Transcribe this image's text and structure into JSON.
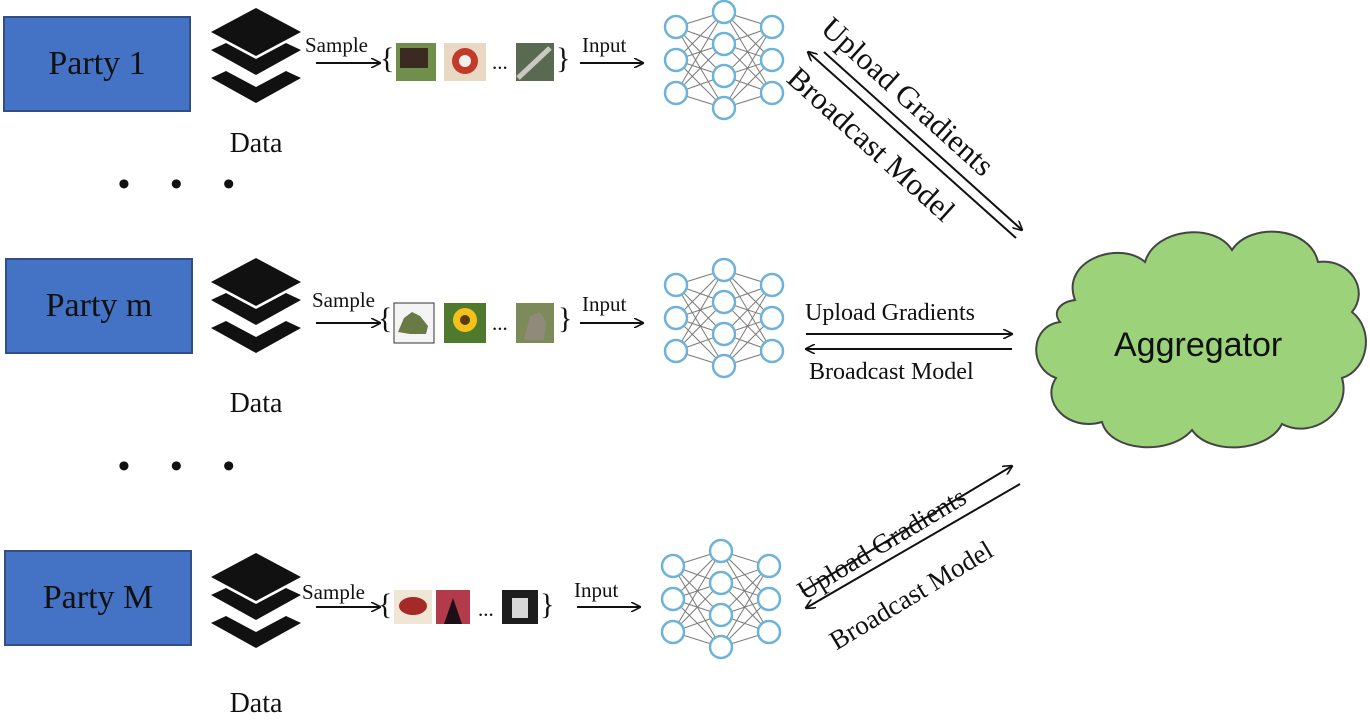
{
  "parties": [
    {
      "label": "Party 1",
      "data_label": "Data",
      "sample_label": "Sample",
      "input_label": "Input",
      "ellipsis": "..."
    },
    {
      "label": "Party m",
      "data_label": "Data",
      "sample_label": "Sample",
      "input_label": "Input",
      "ellipsis": "..."
    },
    {
      "label": "Party M",
      "data_label": "Data",
      "sample_label": "Sample",
      "input_label": "Input",
      "ellipsis": "..."
    }
  ],
  "dots": [
    "• • •",
    "• • •"
  ],
  "links": {
    "upload": "Upload Gradients",
    "broadcast": "Broadcast Model"
  },
  "aggregator": {
    "label": "Aggregator",
    "fill": "#9bd27a"
  },
  "colors": {
    "party_box": "#4472c4",
    "node_stroke": "#6db3d9"
  }
}
